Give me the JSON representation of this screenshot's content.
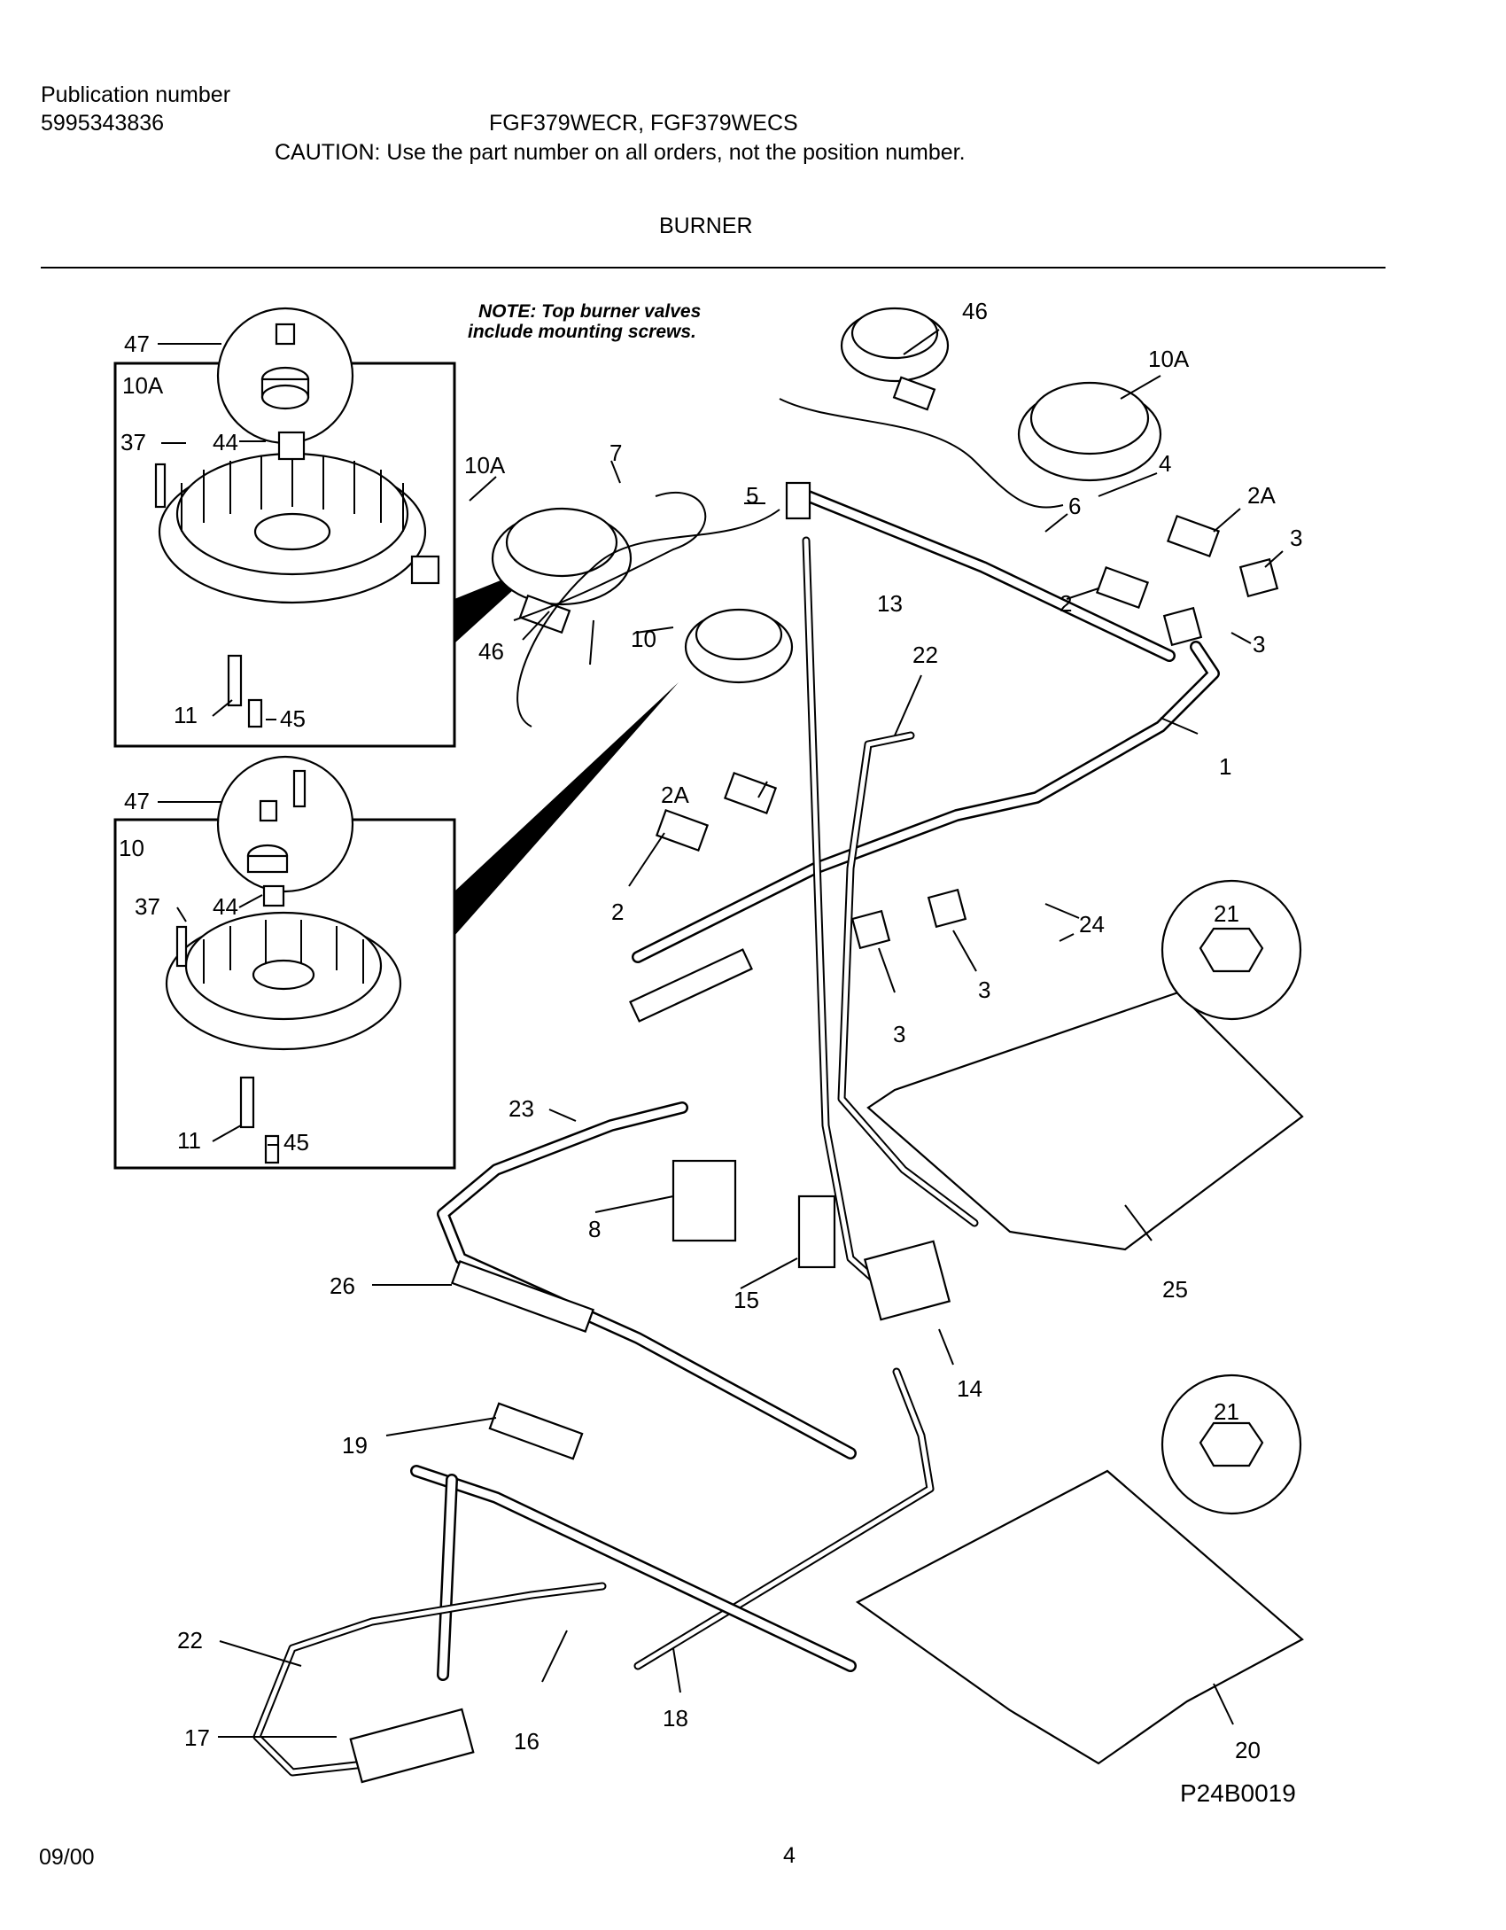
{
  "header": {
    "publication_label": "Publication number",
    "publication_number": "5995343836",
    "models": "FGF379WECR, FGF379WECS",
    "caution": "CAUTION:  Use the part number on all orders, not the position number.",
    "section_title": "BURNER"
  },
  "diagram": {
    "note_line1": "NOTE: Top burner valves",
    "note_line2": "include mounting screws.",
    "inset_10a_label": "10A",
    "inset_10_label": "10",
    "figure_code": "P24B0019",
    "callouts": {
      "c47a": "47",
      "c37a": "37",
      "c44a": "44",
      "c11a": "11",
      "c45a": "45",
      "c47b": "47",
      "c37b": "37",
      "c44b": "44",
      "c11b": "11",
      "c45b": "45",
      "c10a_mid": "10A",
      "c7": "7",
      "c5": "5",
      "c46_mid": "46",
      "c10_mid": "10",
      "c13": "13",
      "c46_top": "46",
      "c10a_top": "10A",
      "c4": "4",
      "c6": "6",
      "c2a_right": "2A",
      "c3_r1": "3",
      "c2_right": "2",
      "c3_r2": "3",
      "c22_mid": "22",
      "c1": "1",
      "c2a_mid": "2A",
      "c2_mid": "2",
      "c24": "24",
      "c21_top": "21",
      "c3_m1": "3",
      "c3_m2": "3",
      "c23": "23",
      "c8": "8",
      "c26": "26",
      "c15": "15",
      "c25": "25",
      "c14": "14",
      "c19": "19",
      "c21_bot": "21",
      "c22_bot": "22",
      "c17": "17",
      "c16": "16",
      "c18": "18",
      "c20": "20"
    }
  },
  "footer": {
    "date": "09/00",
    "page": "4"
  }
}
